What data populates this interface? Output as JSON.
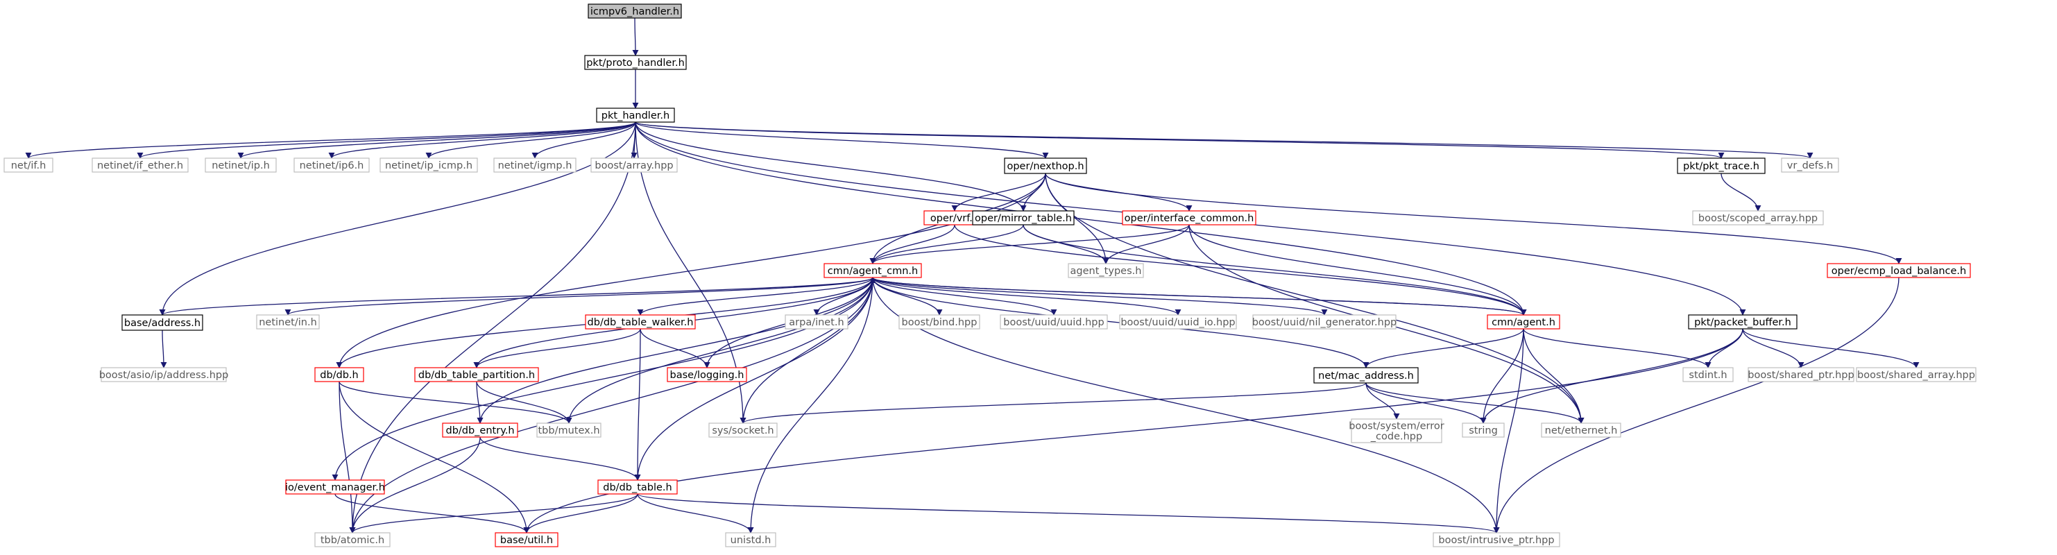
{
  "colors": {
    "edge": "#191970",
    "root_fill": "#bfbfbf",
    "documented_border": "#000000",
    "missing_border": "#bfbfbf",
    "partial_border": "#ff0000"
  },
  "nodes": [
    {
      "id": "icmpv6_handler",
      "label": "icmpv6_handler.h",
      "kind": "root"
    },
    {
      "id": "proto_handler",
      "label": "pkt/proto_handler.h",
      "kind": "doc"
    },
    {
      "id": "pkt_handler",
      "label": "pkt_handler.h",
      "kind": "doc"
    },
    {
      "id": "net_if",
      "label": "net/if.h",
      "kind": "ext"
    },
    {
      "id": "if_ether",
      "label": "netinet/if_ether.h",
      "kind": "ext"
    },
    {
      "id": "ip",
      "label": "netinet/ip.h",
      "kind": "ext"
    },
    {
      "id": "ip6",
      "label": "netinet/ip6.h",
      "kind": "ext"
    },
    {
      "id": "ip_icmp",
      "label": "netinet/ip_icmp.h",
      "kind": "ext"
    },
    {
      "id": "igmp",
      "label": "netinet/igmp.h",
      "kind": "ext"
    },
    {
      "id": "boost_array",
      "label": "boost/array.hpp",
      "kind": "ext"
    },
    {
      "id": "nexthop",
      "label": "oper/nexthop.h",
      "kind": "doc"
    },
    {
      "id": "pkt_trace",
      "label": "pkt/pkt_trace.h",
      "kind": "doc"
    },
    {
      "id": "vr_defs",
      "label": "vr_defs.h",
      "kind": "ext"
    },
    {
      "id": "scoped_array",
      "label": "boost/scoped_array.hpp",
      "kind": "ext"
    },
    {
      "id": "vrf",
      "label": "oper/vrf.h",
      "kind": "red"
    },
    {
      "id": "mirror_table",
      "label": "oper/mirror_table.h",
      "kind": "doc"
    },
    {
      "id": "interface_common",
      "label": "oper/interface_common.h",
      "kind": "red"
    },
    {
      "id": "ecmp_load_balance",
      "label": "oper/ecmp_load_balance.h",
      "kind": "red"
    },
    {
      "id": "agent_cmn",
      "label": "cmn/agent_cmn.h",
      "kind": "red"
    },
    {
      "id": "agent_types",
      "label": "agent_types.h",
      "kind": "ext"
    },
    {
      "id": "base_address",
      "label": "base/address.h",
      "kind": "doc"
    },
    {
      "id": "netinet_in",
      "label": "netinet/in.h",
      "kind": "ext"
    },
    {
      "id": "db_table_walker",
      "label": "db/db_table_walker.h",
      "kind": "red"
    },
    {
      "id": "arpa_inet",
      "label": "arpa/inet.h",
      "kind": "ext"
    },
    {
      "id": "boost_bind",
      "label": "boost/bind.hpp",
      "kind": "ext"
    },
    {
      "id": "uuid",
      "label": "boost/uuid/uuid.hpp",
      "kind": "ext"
    },
    {
      "id": "uuid_io",
      "label": "boost/uuid/uuid_io.hpp",
      "kind": "ext"
    },
    {
      "id": "nil_generator",
      "label": "boost/uuid/nil_generator.hpp",
      "kind": "ext"
    },
    {
      "id": "cmn_agent",
      "label": "cmn/agent.h",
      "kind": "red"
    },
    {
      "id": "packet_buffer",
      "label": "pkt/packet_buffer.h",
      "kind": "doc"
    },
    {
      "id": "asio_address",
      "label": "boost/asio/ip/address.hpp",
      "kind": "ext"
    },
    {
      "id": "db_h",
      "label": "db/db.h",
      "kind": "red"
    },
    {
      "id": "db_table_partition",
      "label": "db/db_table_partition.h",
      "kind": "red"
    },
    {
      "id": "base_logging",
      "label": "base/logging.h",
      "kind": "red"
    },
    {
      "id": "mac_address",
      "label": "net/mac_address.h",
      "kind": "doc"
    },
    {
      "id": "stdint",
      "label": "stdint.h",
      "kind": "ext"
    },
    {
      "id": "shared_ptr",
      "label": "boost/shared_ptr.hpp",
      "kind": "ext"
    },
    {
      "id": "shared_array",
      "label": "boost/shared_array.hpp",
      "kind": "ext"
    },
    {
      "id": "tbb_mutex",
      "label": "tbb/mutex.h",
      "kind": "ext"
    },
    {
      "id": "db_entry",
      "label": "db/db_entry.h",
      "kind": "red"
    },
    {
      "id": "sys_socket",
      "label": "sys/socket.h",
      "kind": "ext"
    },
    {
      "id": "error_code",
      "label": "boost/system/error\n_code.hpp",
      "kind": "ext"
    },
    {
      "id": "string",
      "label": "string",
      "kind": "ext"
    },
    {
      "id": "net_ethernet",
      "label": "net/ethernet.h",
      "kind": "ext"
    },
    {
      "id": "event_manager",
      "label": "io/event_manager.h",
      "kind": "red"
    },
    {
      "id": "db_table",
      "label": "db/db_table.h",
      "kind": "red"
    },
    {
      "id": "tbb_atomic",
      "label": "tbb/atomic.h",
      "kind": "ext"
    },
    {
      "id": "base_util",
      "label": "base/util.h",
      "kind": "red"
    },
    {
      "id": "unistd",
      "label": "unistd.h",
      "kind": "ext"
    },
    {
      "id": "intrusive_ptr",
      "label": "boost/intrusive_ptr.hpp",
      "kind": "ext"
    }
  ],
  "edges": [
    [
      "icmpv6_handler",
      "proto_handler"
    ],
    [
      "proto_handler",
      "pkt_handler"
    ],
    [
      "pkt_handler",
      "net_if"
    ],
    [
      "pkt_handler",
      "if_ether"
    ],
    [
      "pkt_handler",
      "ip"
    ],
    [
      "pkt_handler",
      "ip6"
    ],
    [
      "pkt_handler",
      "ip_icmp"
    ],
    [
      "pkt_handler",
      "igmp"
    ],
    [
      "pkt_handler",
      "boost_array"
    ],
    [
      "pkt_handler",
      "nexthop"
    ],
    [
      "pkt_handler",
      "pkt_trace"
    ],
    [
      "pkt_handler",
      "vr_defs"
    ],
    [
      "pkt_handler",
      "mirror_table"
    ],
    [
      "pkt_handler",
      "packet_buffer"
    ],
    [
      "pkt_handler",
      "base_address"
    ],
    [
      "pkt_handler",
      "tbb_atomic"
    ],
    [
      "pkt_handler",
      "cmn_agent"
    ],
    [
      "pkt_handler",
      "sys_socket"
    ],
    [
      "pkt_trace",
      "scoped_array"
    ],
    [
      "nexthop",
      "vrf"
    ],
    [
      "nexthop",
      "mirror_table"
    ],
    [
      "nexthop",
      "interface_common"
    ],
    [
      "nexthop",
      "ecmp_load_balance"
    ],
    [
      "nexthop",
      "agent_cmn"
    ],
    [
      "nexthop",
      "agent_types"
    ],
    [
      "nexthop",
      "net_ethernet"
    ],
    [
      "nexthop",
      "db_h"
    ],
    [
      "vrf",
      "agent_cmn"
    ],
    [
      "vrf",
      "cmn_agent"
    ],
    [
      "mirror_table",
      "agent_cmn"
    ],
    [
      "mirror_table",
      "agent_types"
    ],
    [
      "mirror_table",
      "cmn_agent"
    ],
    [
      "interface_common",
      "agent_cmn"
    ],
    [
      "interface_common",
      "agent_types"
    ],
    [
      "interface_common",
      "cmn_agent"
    ],
    [
      "interface_common",
      "net_ethernet"
    ],
    [
      "ecmp_load_balance",
      "intrusive_ptr"
    ],
    [
      "agent_cmn",
      "base_address"
    ],
    [
      "agent_cmn",
      "netinet_in"
    ],
    [
      "agent_cmn",
      "db_table_walker"
    ],
    [
      "agent_cmn",
      "arpa_inet"
    ],
    [
      "agent_cmn",
      "boost_bind"
    ],
    [
      "agent_cmn",
      "uuid"
    ],
    [
      "agent_cmn",
      "uuid_io"
    ],
    [
      "agent_cmn",
      "nil_generator"
    ],
    [
      "agent_cmn",
      "cmn_agent"
    ],
    [
      "agent_cmn",
      "db_h"
    ],
    [
      "agent_cmn",
      "db_table_partition"
    ],
    [
      "agent_cmn",
      "base_logging"
    ],
    [
      "agent_cmn",
      "tbb_mutex"
    ],
    [
      "agent_cmn",
      "db_entry"
    ],
    [
      "agent_cmn",
      "sys_socket"
    ],
    [
      "agent_cmn",
      "event_manager"
    ],
    [
      "agent_cmn",
      "db_table"
    ],
    [
      "agent_cmn",
      "tbb_atomic"
    ],
    [
      "agent_cmn",
      "unistd"
    ],
    [
      "agent_cmn",
      "intrusive_ptr"
    ],
    [
      "agent_cmn",
      "mac_address"
    ],
    [
      "cmn_agent",
      "agent_cmn"
    ],
    [
      "cmn_agent",
      "mac_address"
    ],
    [
      "cmn_agent",
      "stdint"
    ],
    [
      "cmn_agent",
      "string"
    ],
    [
      "cmn_agent",
      "net_ethernet"
    ],
    [
      "cmn_agent",
      "intrusive_ptr"
    ],
    [
      "base_address",
      "asio_address"
    ],
    [
      "db_table_walker",
      "db_table_partition"
    ],
    [
      "db_table_walker",
      "base_logging"
    ],
    [
      "db_table_walker",
      "db_table"
    ],
    [
      "db_table_partition",
      "db_entry"
    ],
    [
      "db_table_partition",
      "tbb_mutex"
    ],
    [
      "db_h",
      "tbb_mutex"
    ],
    [
      "db_h",
      "tbb_atomic"
    ],
    [
      "db_h",
      "base_util"
    ],
    [
      "db_entry",
      "db_table"
    ],
    [
      "db_entry",
      "tbb_atomic"
    ],
    [
      "mac_address",
      "sys_socket"
    ],
    [
      "mac_address",
      "error_code"
    ],
    [
      "mac_address",
      "string"
    ],
    [
      "mac_address",
      "net_ethernet"
    ],
    [
      "packet_buffer",
      "stdint"
    ],
    [
      "packet_buffer",
      "shared_ptr"
    ],
    [
      "packet_buffer",
      "shared_array"
    ],
    [
      "packet_buffer",
      "string"
    ],
    [
      "packet_buffer",
      "base_util"
    ],
    [
      "event_manager",
      "base_util"
    ],
    [
      "db_table",
      "tbb_atomic"
    ],
    [
      "db_table",
      "base_util"
    ],
    [
      "db_table",
      "unistd"
    ],
    [
      "db_table",
      "intrusive_ptr"
    ]
  ]
}
